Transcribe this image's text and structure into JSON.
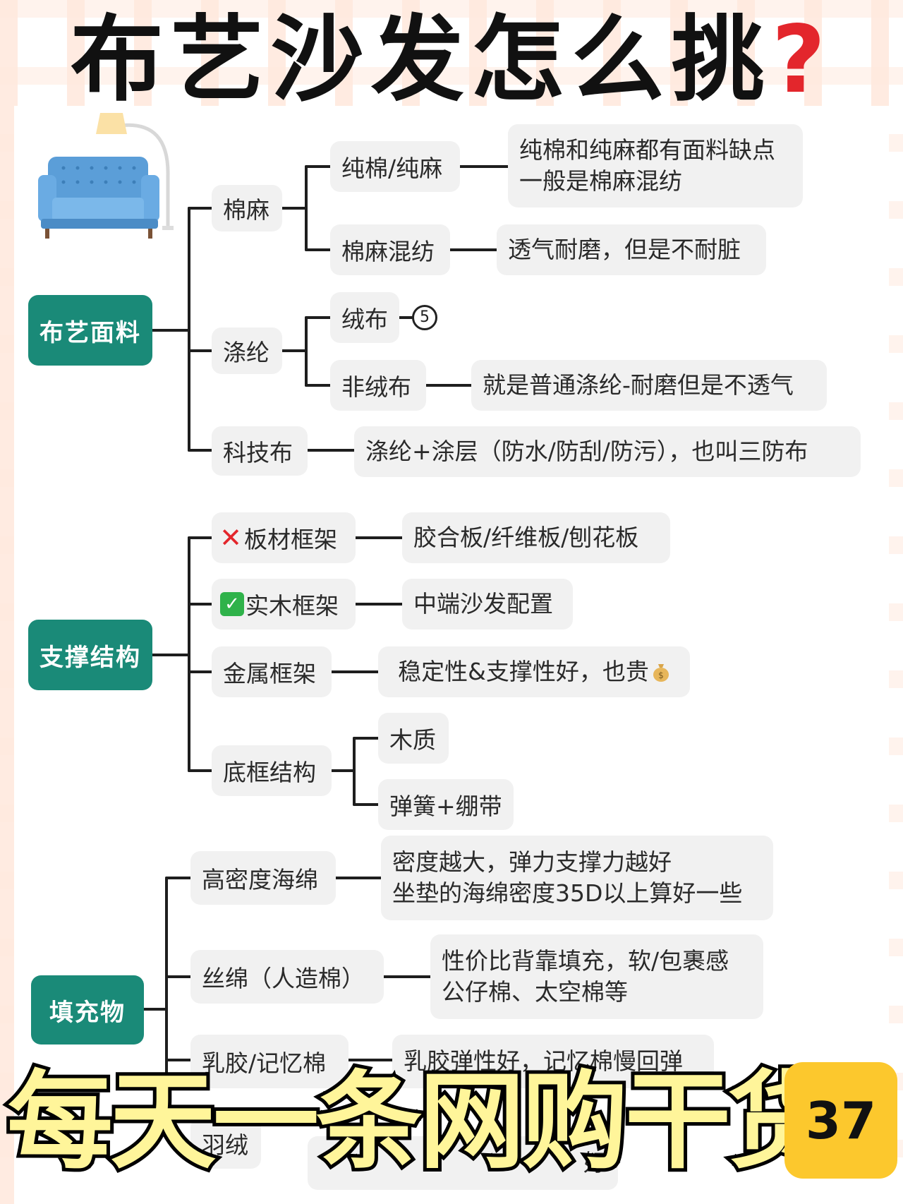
{
  "title": {
    "text": "布艺沙发怎么挑",
    "mark": "?"
  },
  "sections": {
    "fabric": {
      "root": "布艺面料",
      "cotton_linen": "棉麻",
      "pure": "纯棉/纯麻",
      "pure_note_1": "纯棉和纯麻都有面料缺点",
      "pure_note_2": "一般是棉麻混纺",
      "blend": "棉麻混纺",
      "blend_note": "透气耐磨，但是不耐脏",
      "polyester": "涤纶",
      "velvet": "绒布",
      "velvet_ref": "5",
      "non_velvet": "非绒布",
      "non_velvet_note": "就是普通涤纶-耐磨但是不透气",
      "tech": "科技布",
      "tech_note": "涤纶+涂层（防水/防刮/防污），也叫三防布"
    },
    "support": {
      "root": "支撑结构",
      "board": "板材框架",
      "board_note": "胶合板/纤维板/刨花板",
      "solid": "实木框架",
      "solid_note": "中端沙发配置",
      "metal": "金属框架",
      "metal_note": "稳定性&支撑性好，也贵",
      "base": "底框结构",
      "wood": "木质",
      "spring": "弹簧+绷带"
    },
    "filling": {
      "root": "填充物",
      "foam": "高密度海绵",
      "foam_note_1": "密度越大，弹力支撑力越好",
      "foam_note_2": "坐垫的海绵密度35D以上算好一些",
      "silk": "丝绵（人造棉）",
      "silk_note_1": "性价比背靠填充，软/包裹感",
      "silk_note_2": "公仔棉、太空棉等",
      "latex": "乳胶/记忆棉",
      "latex_note": "乳胶弹性好，记忆棉慢回弹",
      "down": "羽绒",
      "down_note": "好"
    }
  },
  "banner": {
    "text": "每天一条网购干货",
    "number": "37"
  },
  "colors": {
    "root_bg": "#1a8a78",
    "node_bg": "#f1f1f1",
    "banner_text": "#fff59a",
    "badge_bg": "#fcc82d",
    "question": "#e3262c"
  },
  "icons": [
    "sofa-lamp-illustration",
    "cross-mark-icon",
    "check-mark-icon",
    "money-bag-icon"
  ]
}
